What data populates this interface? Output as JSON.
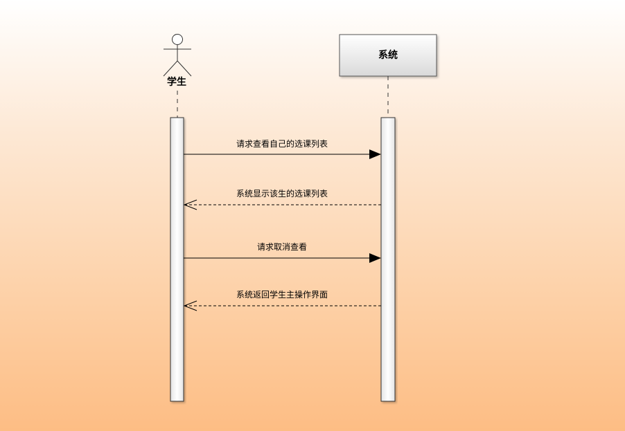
{
  "participants": [
    {
      "id": "student",
      "type": "actor",
      "name": "学生"
    },
    {
      "id": "system",
      "type": "object",
      "name": "系统"
    }
  ],
  "messages": [
    {
      "from": "student",
      "to": "system",
      "kind": "sync",
      "label": "请求查看自己的选课列表"
    },
    {
      "from": "system",
      "to": "student",
      "kind": "return",
      "label": "系统显示该生的选课列表"
    },
    {
      "from": "student",
      "to": "system",
      "kind": "sync",
      "label": "请求取消查看"
    },
    {
      "from": "system",
      "to": "student",
      "kind": "return",
      "label": "系统返回学生主操作界面"
    }
  ]
}
